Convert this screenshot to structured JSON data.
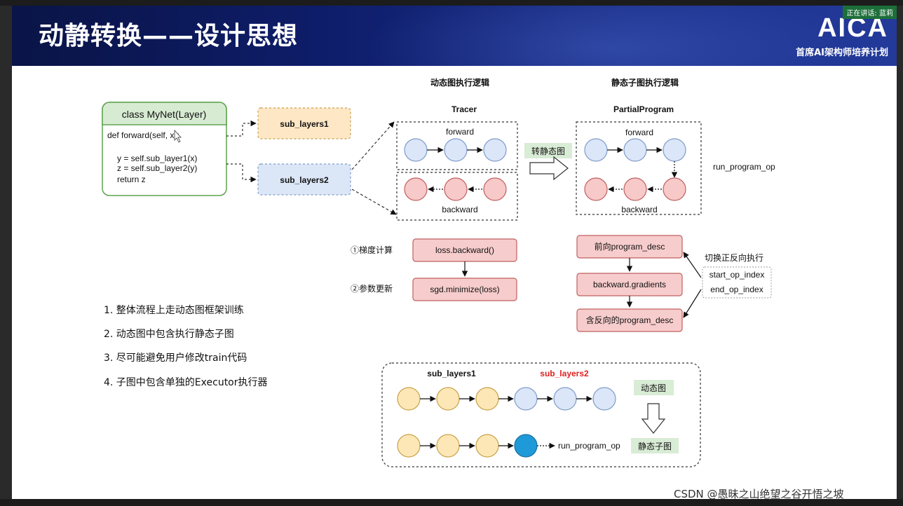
{
  "overlay": {
    "live_badge": "正在讲话: 蓝莉"
  },
  "slide": {
    "title": "动静转换——设计思想",
    "logo": {
      "name": "AICA",
      "subtitle": "首席AI架构师培养计划"
    }
  },
  "code_box": {
    "header": "class MyNet(Layer)",
    "lines": [
      "def forward(self, x):",
      "",
      "    y = self.sub_layer1(x)",
      "    z = self.sub_layer2(y)",
      "    return z"
    ]
  },
  "sub_layers": {
    "one": "sub_layers1",
    "two": "sub_layers2"
  },
  "dynamic": {
    "heading": "动态图执行逻辑",
    "name": "Tracer",
    "forward_label": "forward",
    "backward_label": "backward"
  },
  "static": {
    "heading": "静态子图执行逻辑",
    "name": "PartialProgram",
    "forward_label": "forward",
    "backward_label": "backward",
    "op_label": "run_program_op"
  },
  "convert_label": "转静态图",
  "steps": [
    {
      "label": "①梯度计算",
      "box": "loss.backward()"
    },
    {
      "label": "②参数更新",
      "box": "sgd.minimize(loss)"
    }
  ],
  "program_boxes": [
    "前向program_desc",
    "backward.gradients",
    "含反向的program_desc"
  ],
  "switch": {
    "title": "切换正反向执行",
    "start": "start_op_index",
    "end": "end_op_index"
  },
  "notes": [
    "1. 整体流程上走动态图框架训练",
    "2. 动态图中包含执行静态子图",
    "3. 尽可能避免用户修改train代码",
    "4. 子图中包含单独的Executor执行器"
  ],
  "bottom": {
    "layer1": "sub_layers1",
    "layer2": "sub_layers2",
    "dynamic_tag": "动态图",
    "static_tag": "静态子图",
    "op_label": "run_program_op"
  },
  "watermark": "CSDN @愚昧之山绝望之谷开悟之坡",
  "colors": {
    "banner": "#0e1d6a",
    "blue_node": "#dbe6f8",
    "blue_stroke": "#7f9cc9",
    "red_node": "#f7c9c9",
    "red_stroke": "#c06060",
    "yellow_node": "#fde7b6",
    "yellow_stroke": "#c8a24a",
    "green_box": "#d9ecd5",
    "green_stroke": "#6fa866",
    "pink_box": "#f7cccc",
    "pink_stroke": "#c06060",
    "accent_red": "#e02020",
    "solid_blue": "#1f9ad8"
  }
}
